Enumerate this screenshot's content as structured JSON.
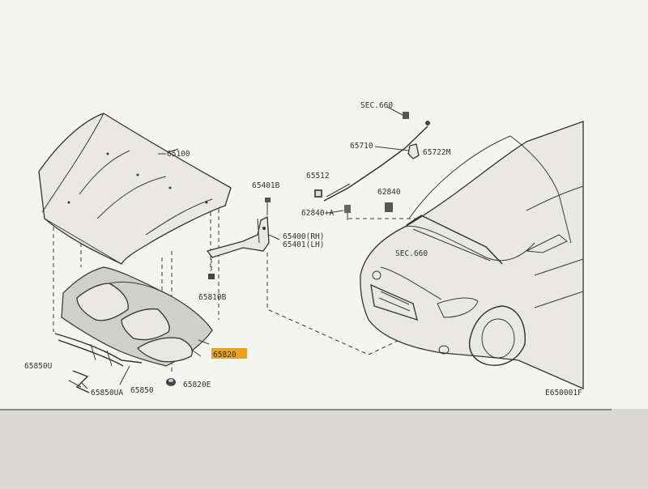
{
  "diagram": {
    "figure_code": "E650001F",
    "highlight_color": "#e8a21c",
    "parts": {
      "hood": "65100",
      "sec_top": "SEC.660",
      "stay_rod": "65710",
      "clip_top": "65722M",
      "grommet": "65512",
      "bolt_hinge": "65401B",
      "clip_a": "62840+A",
      "clip_b": "62840",
      "hinge_rh": "65400(RH)",
      "hinge_lh": "65401(LH)",
      "sec_mid": "SEC.660",
      "nut_hinge": "65810B",
      "insulator": "65820",
      "seal_front": "65850U",
      "seal_clip": "65850UA",
      "seal_rear": "65850",
      "fastener": "65820E"
    }
  }
}
